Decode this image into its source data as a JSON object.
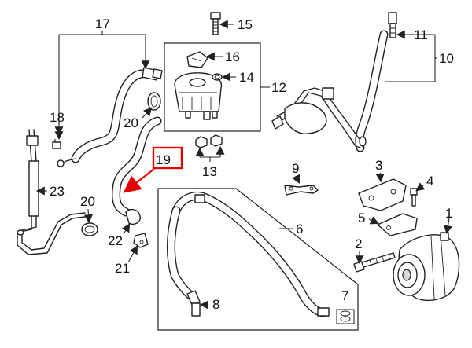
{
  "diagram": {
    "callouts": [
      "1",
      "2",
      "3",
      "4",
      "5",
      "6",
      "7",
      "8",
      "9",
      "10",
      "11",
      "12",
      "13",
      "14",
      "15",
      "16",
      "17",
      "18",
      "19",
      "20",
      "20",
      "21",
      "22",
      "23"
    ],
    "highlight": {
      "label": "19",
      "color": "#e00000"
    }
  }
}
